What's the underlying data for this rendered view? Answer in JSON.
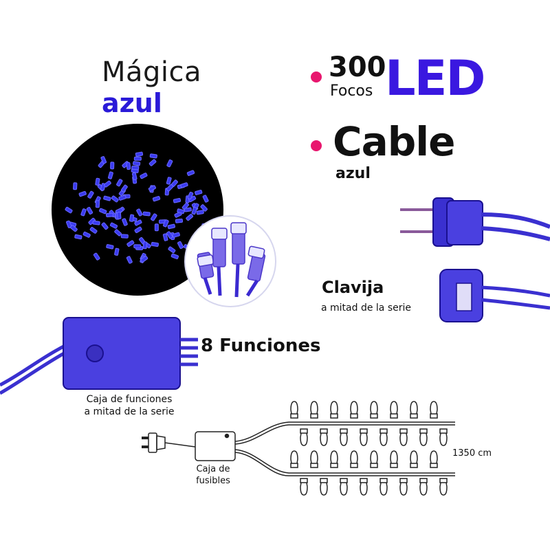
{
  "product": {
    "name_line1": "Mágica",
    "name_line2": "azul"
  },
  "features": {
    "count": "300",
    "count_unit": "Focos",
    "led_label": "LED",
    "cable_label": "Cable",
    "cable_color": "azul"
  },
  "connectors": {
    "clavija_label": "Clavija",
    "clavija_sub": "a mitad de la serie",
    "functions_label": "8 Funciones",
    "function_box_line1": "Caja de funciones",
    "function_box_line2": "a mitad de la serie"
  },
  "diagram": {
    "fuse_box_line1": "Caja de",
    "fuse_box_line2": "fusibles",
    "length": "1350 cm"
  },
  "colors": {
    "accent_blue": "#3a18e0",
    "bullet_pink": "#e8176e",
    "led_blue": "#3b3bd8"
  },
  "icons": [
    "plug-icon",
    "fuse-box-icon",
    "bulb-icon"
  ]
}
